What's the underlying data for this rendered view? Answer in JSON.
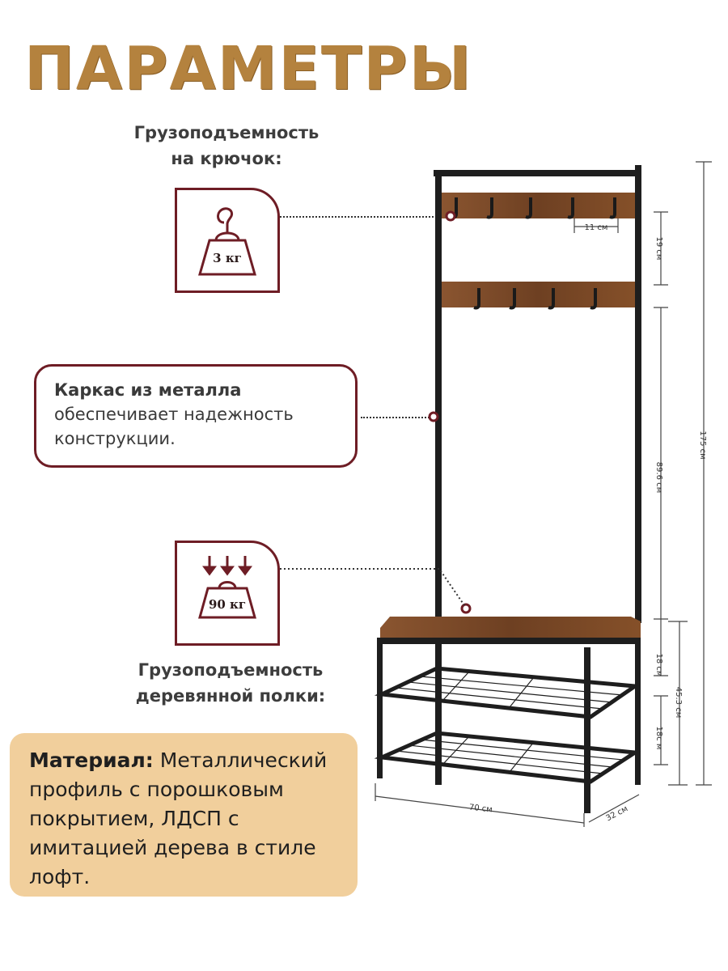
{
  "title": "ПАРАМЕТРЫ",
  "hook_capacity": {
    "label_line1": "Грузоподъемность",
    "label_line2": "на крючок:",
    "weight": "3 кг"
  },
  "frame": {
    "title": "Каркас из металла",
    "line2": "обеспечивает надежность",
    "line3": "конструкции."
  },
  "shelf_capacity": {
    "weight": "90 кг",
    "label_line1": "Грузоподъемность",
    "label_line2": "деревянной полки:"
  },
  "material": {
    "label": "Материал:",
    "text": "Металлический профиль с порошковым покрытием, ЛДСП с имитацией дерева в стиле лофт."
  },
  "dimensions": {
    "hook_spacing": "11 см",
    "hook_rows_gap": "19 см",
    "total_height": "175 см",
    "upper_height": "89.6 см",
    "bench_height": "45.3 см",
    "shelf_gap_1": "18 см",
    "shelf_gap_2": "18с м",
    "width": "70 см",
    "depth": "32 см"
  },
  "colors": {
    "accent": "#6e1d25",
    "title_gold": "#b4823e",
    "material_bg": "#f1cf9c",
    "wood": "#7a4a26"
  }
}
